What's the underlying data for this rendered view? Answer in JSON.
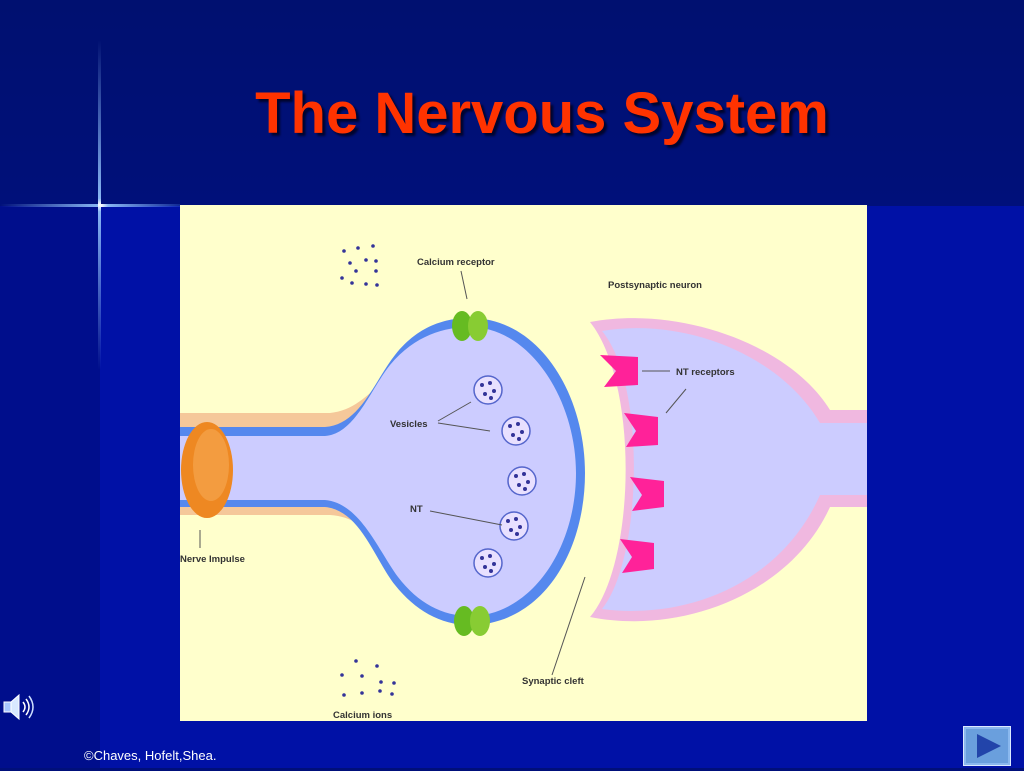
{
  "slide": {
    "title": "The Nervous System",
    "footer": "©Chaves, Hofelt,Shea."
  },
  "diagram": {
    "labels": {
      "calcium_receptor": "Calcium receptor",
      "postsynaptic_neuron": "Postsynaptic neuron",
      "nt_receptors": "NT receptors",
      "vesicles": "Vesicles",
      "nt": "NT",
      "nerve_impulse": "Nerve Impulse",
      "synaptic_cleft": "Synaptic cleft",
      "calcium_ions": "Calcium ions"
    },
    "colors": {
      "background": "#ffffcc",
      "neuron_fill": "#ccccff",
      "membrane": "#5588ee",
      "myelin": "#f5c89a",
      "post_membrane": "#f0b8e0",
      "receptor": "#ff2299",
      "calcium_channel": "#66bb22",
      "impulse": "#ee8822",
      "dots": "#333399"
    }
  },
  "icons": {
    "speaker": "speaker-icon",
    "next": "next-arrow-icon"
  }
}
